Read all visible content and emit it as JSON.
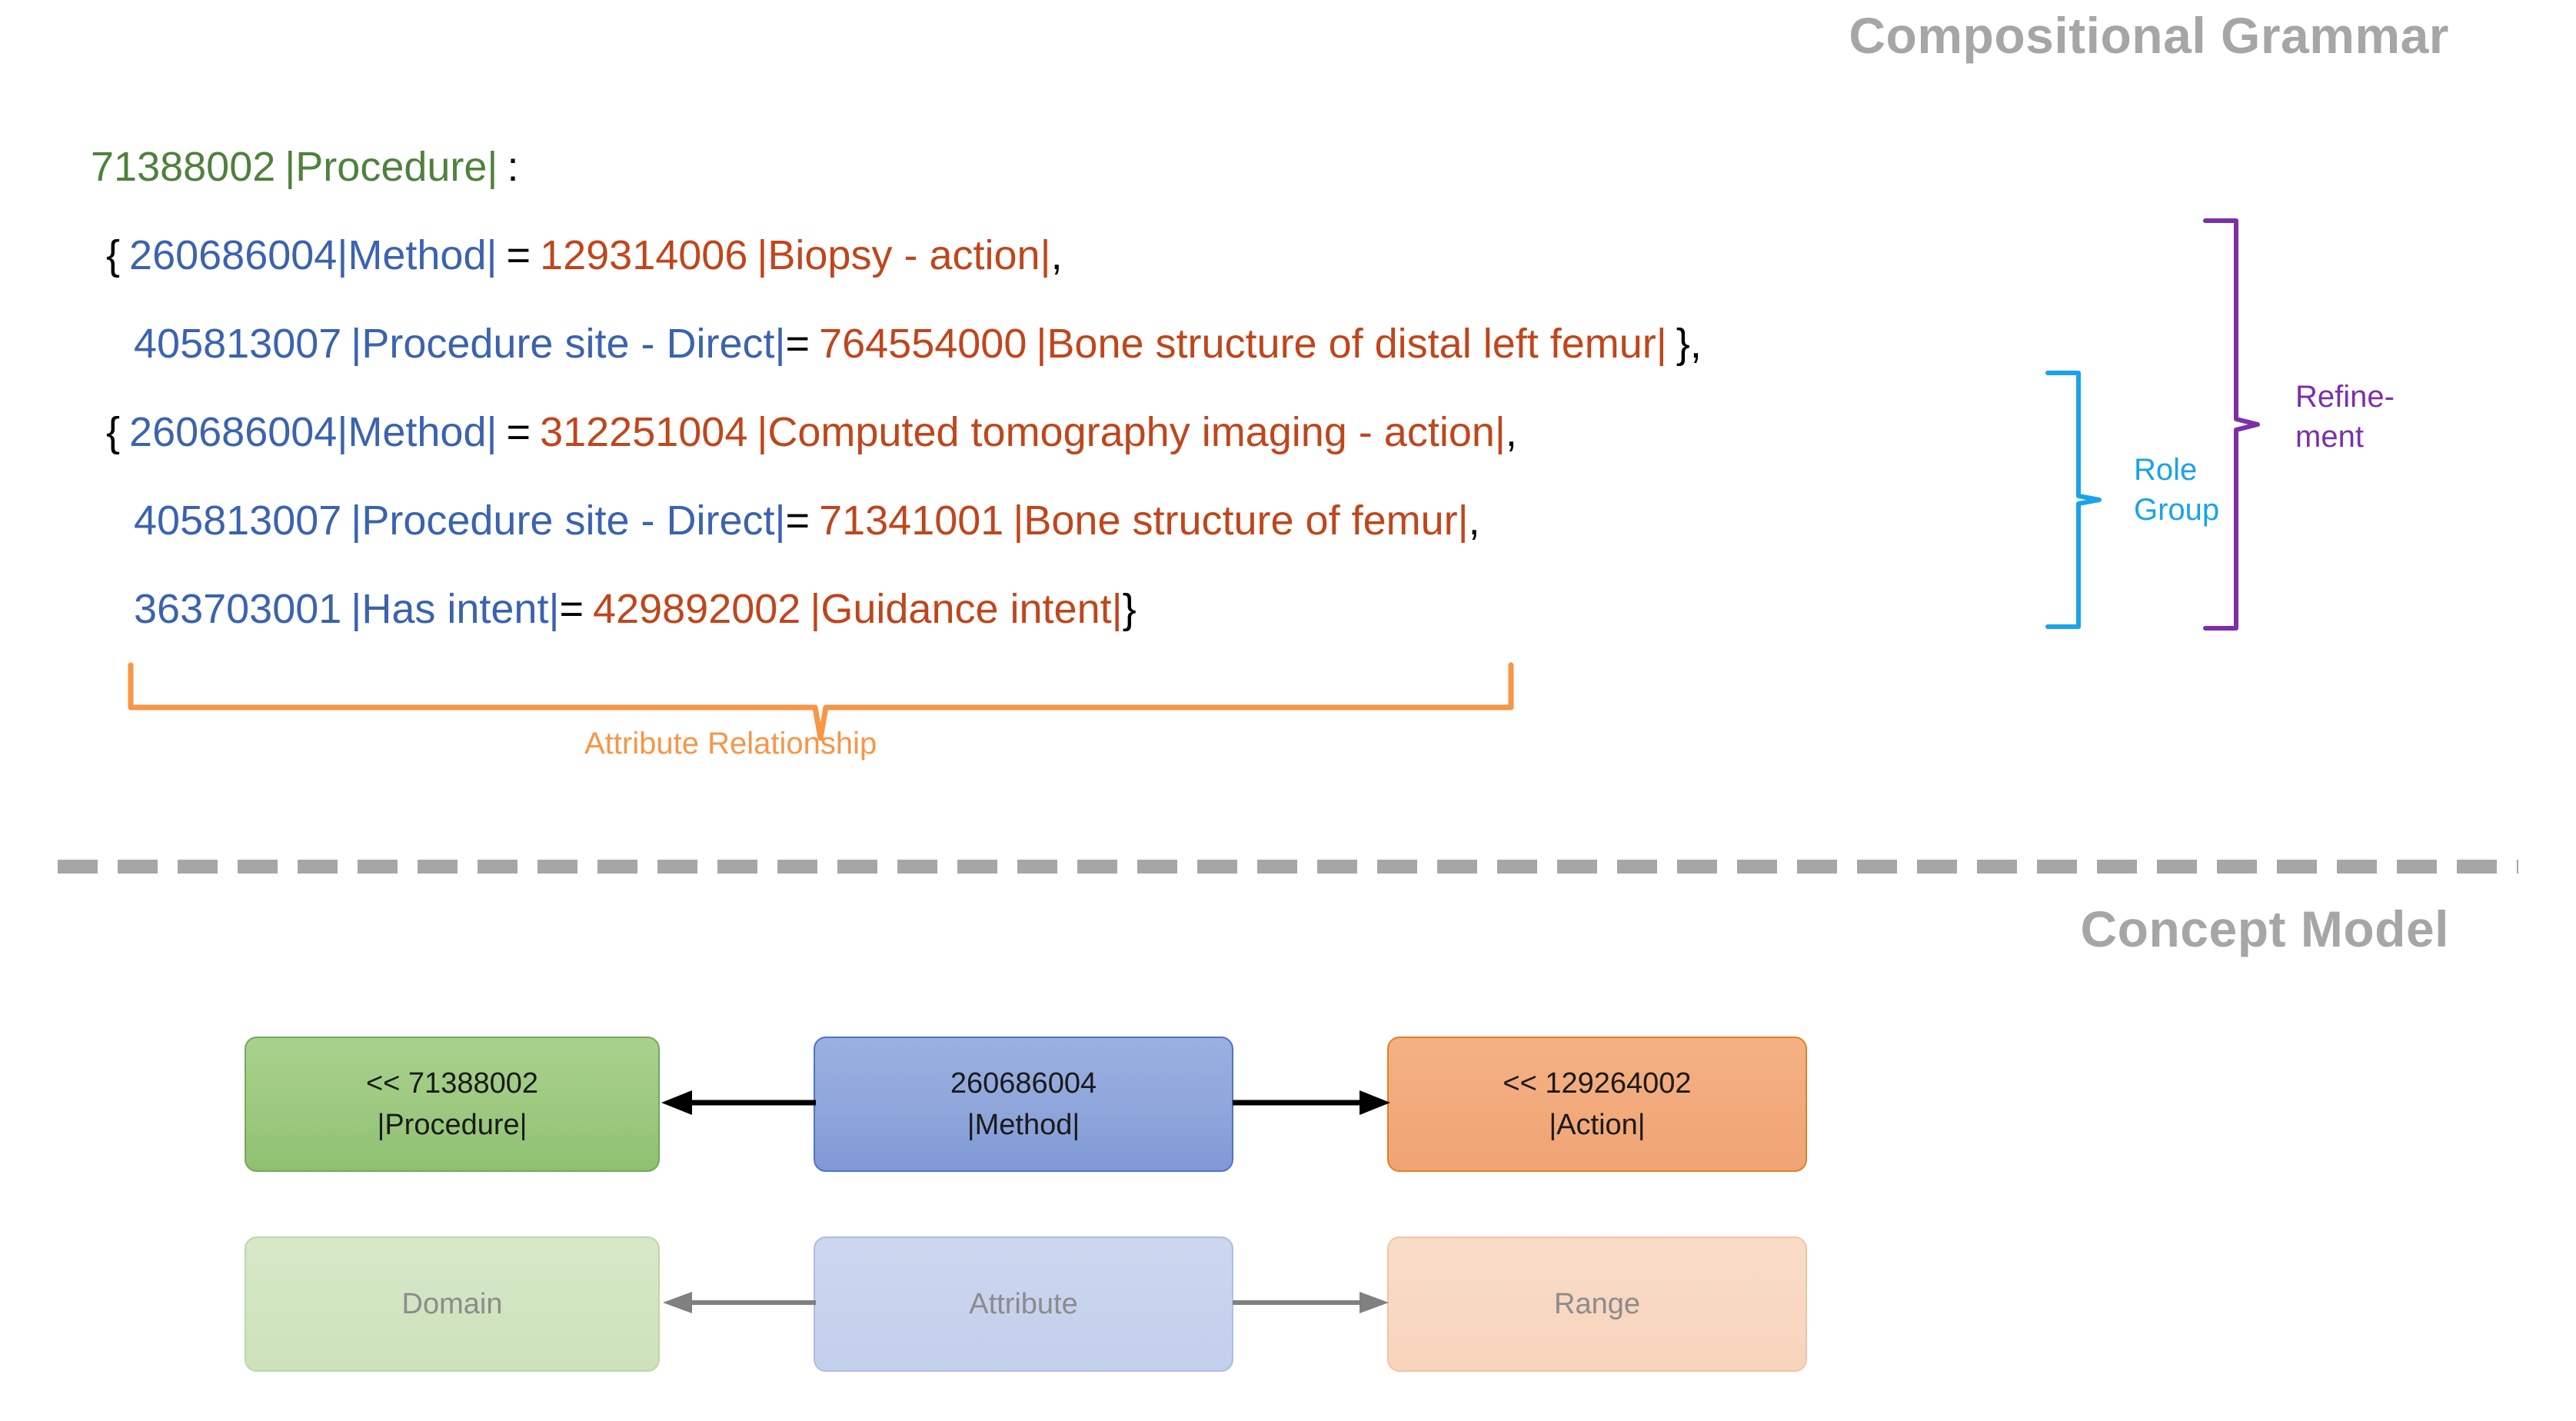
{
  "sections": {
    "grammar_title": "Compositional Grammar",
    "concept_title": "Concept Model"
  },
  "expression": {
    "line1": {
      "focus_id": "71388002",
      "focus_term": "|Procedure|",
      "colon": ":"
    },
    "line2": {
      "open_brace": "{",
      "attr_id": "260686004",
      "attr_term": "|Method|",
      "eq": "=",
      "val_id": "129314006",
      "val_term": "|Biopsy - action|",
      "comma": ","
    },
    "line3": {
      "attr_id": "405813007",
      "attr_term": "|Procedure site - Direct|",
      "eq": "=",
      "val_id": "764554000",
      "val_term": "|Bone structure of distal left femur|",
      "close": "},"
    },
    "line4": {
      "open_brace": "{",
      "attr_id": "260686004",
      "attr_term": "|Method|",
      "eq": "=",
      "val_id": "312251004",
      "val_term": "|Computed tomography imaging - action|",
      "comma": ","
    },
    "line5": {
      "attr_id": "405813007",
      "attr_term": "|Procedure site - Direct|",
      "eq": "=",
      "val_id": "71341001",
      "val_term": "|Bone structure of femur|",
      "comma": ","
    },
    "line6": {
      "attr_id": "363703001",
      "attr_term": "|Has intent|",
      "eq": "=",
      "val_id": "429892002",
      "val_term": "|Guidance intent|",
      "close": "}"
    }
  },
  "annotations": {
    "role_group": "Role\nGroup",
    "role_group_line1": "Role",
    "role_group_line2": "Group",
    "refinement_line1": "Refine-",
    "refinement_line2": "ment",
    "attribute_relationship": "Attribute Relationship"
  },
  "concept_model": {
    "top_row": [
      {
        "line1": "<< 71388002",
        "line2": "|Procedure|",
        "role": "domain"
      },
      {
        "line1": "260686004",
        "line2": "|Method|",
        "role": "attribute"
      },
      {
        "line1": "<< 129264002",
        "line2": "|Action|",
        "role": "range"
      }
    ],
    "bottom_row": [
      {
        "label": "Domain"
      },
      {
        "label": "Attribute"
      },
      {
        "label": "Range"
      }
    ]
  },
  "colors": {
    "focus_concept": "#4f813d",
    "attribute": "#3a63b0",
    "value": "#c0461b",
    "role_group": "#1aa3e8",
    "refinement": "#7d2fa8",
    "attribute_relationship": "#f79646",
    "title_gray": "#a6a6a6",
    "box_green": "#a9d18e",
    "box_blue": "#9bb0e0",
    "box_orange": "#f4b183"
  }
}
